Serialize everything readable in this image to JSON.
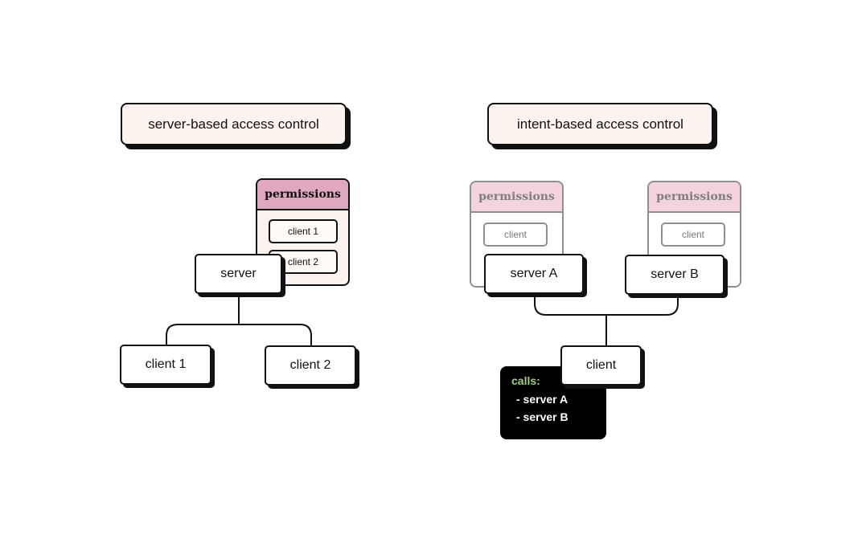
{
  "left": {
    "title": "server-based access control",
    "permissions": {
      "header": "permissions",
      "items": [
        "client 1",
        "client 2"
      ]
    },
    "server": "server",
    "clients": [
      "client 1",
      "client 2"
    ]
  },
  "right": {
    "title": "intent-based access control",
    "servers": [
      {
        "label": "server A",
        "permissions": {
          "header": "permissions",
          "items": [
            "client"
          ]
        }
      },
      {
        "label": "server B",
        "permissions": {
          "header": "permissions",
          "items": [
            "client"
          ]
        }
      }
    ],
    "client": "client",
    "calls": {
      "label": "calls:",
      "items": [
        "- server A",
        "- server B"
      ]
    }
  },
  "colors": {
    "card_background": "#fdf3ee",
    "permissions_header": "#e0a8bf",
    "permissions_header_faded": "#f3d3de",
    "calls_label": "#9ccf7e",
    "faded_border": "#8f8f8f"
  }
}
